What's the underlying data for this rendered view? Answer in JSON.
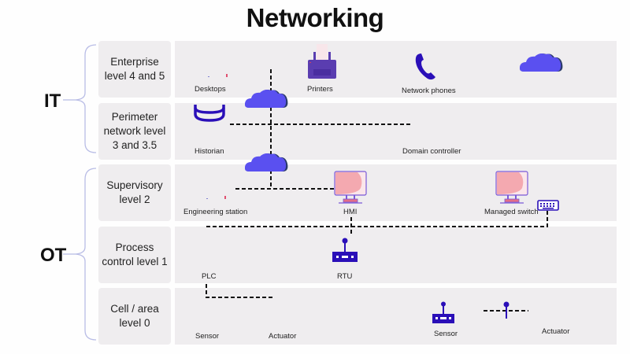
{
  "title": "Networking",
  "groups": [
    {
      "label": "IT",
      "levels": [
        0,
        1
      ]
    },
    {
      "label": "OT",
      "levels": [
        2,
        3,
        4
      ]
    }
  ],
  "levels": [
    {
      "label": "Enterprise\nlevel 4 and 5"
    },
    {
      "label": "Perimeter\nnetwork level\n3 and 3.5"
    },
    {
      "label": "Supervisory\nlevel 2"
    },
    {
      "label": "Process\ncontrol level 1"
    },
    {
      "label": "Cell / area\nlevel 0"
    }
  ],
  "devices": {
    "desktops": "Desktops",
    "printers": "Printers",
    "network_phones": "Network phones",
    "historian": "Historian",
    "domain_controller": "Domain controller",
    "engineering_station": "Engineering station",
    "hmi": "HMI",
    "managed_switch": "Managed switch",
    "plc": "PLC",
    "rtu": "RTU",
    "sensor_left": "Sensor",
    "actuator_left": "Actuator",
    "sensor_right": "Sensor",
    "actuator_right": "Actuator"
  },
  "colors": {
    "cloud": "#5a50f0",
    "icon_dark": "#2a0fb8",
    "printer": "#5a3db0",
    "monitor_screen": "#f4a9b0",
    "band": "#efedef",
    "bracket": "#b9bde6"
  }
}
